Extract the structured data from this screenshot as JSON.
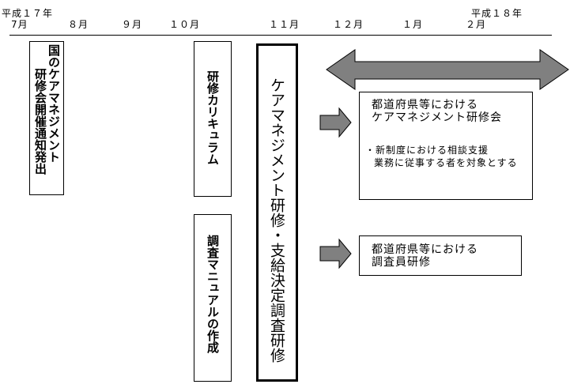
{
  "timeline": {
    "year_start": "平成１７年",
    "year_end": "平成１８年",
    "months": [
      "7月",
      "８月",
      "９月",
      "１０月",
      "１１月",
      "１２月",
      "１月",
      "２月"
    ]
  },
  "boxes": {
    "notice": {
      "col_right": "国のケアマネジメント",
      "col_left": "研修会開催通知発出"
    },
    "curriculum": {
      "text": "研修カリキュラム"
    },
    "manual": {
      "text": "調査マニュアルの作成"
    },
    "main_training": {
      "text": "ケアマネジメント研修・支給決定調査研修"
    },
    "prefecture_cm": {
      "line1": "都道府県等における",
      "line2": "ケアマネジメント研修会",
      "bullet_line1": "・新制度における相談支援",
      "bullet_line2": "業務に従事する者を対象とする"
    },
    "prefecture_survey": {
      "line1": "都道府県等における",
      "line2": "調査員研修"
    }
  },
  "colors": {
    "arrow_fill": "#808080",
    "line": "#000000",
    "background": "#ffffff"
  }
}
